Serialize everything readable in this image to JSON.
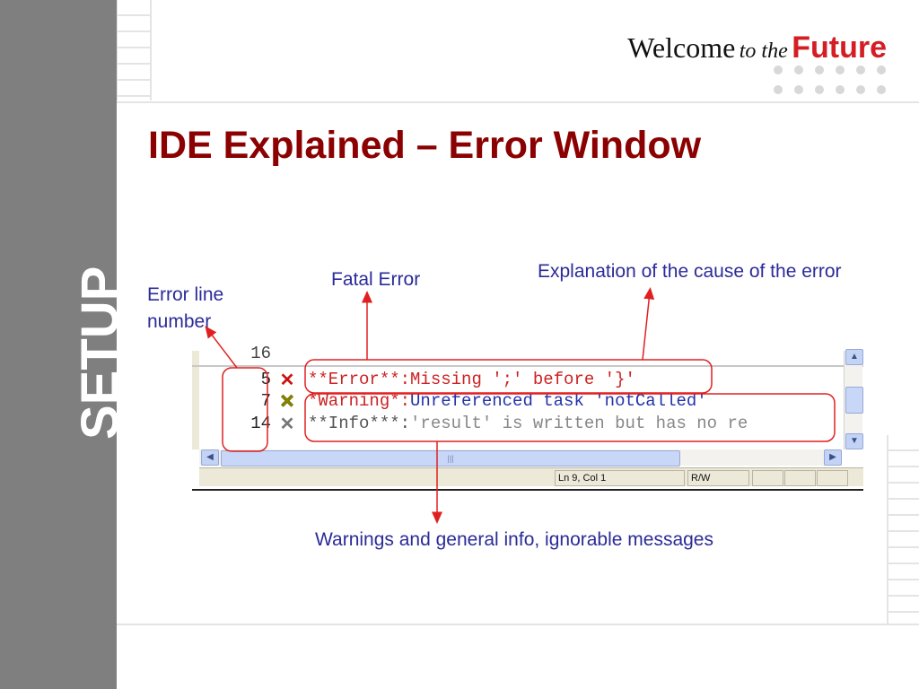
{
  "sidebar": {
    "label": "SETUP"
  },
  "logo": {
    "welcome": "Welcome",
    "to_the": "to the",
    "future": "Future"
  },
  "slide": {
    "title": "IDE Explained – Error Window"
  },
  "annotations": {
    "error_line_number": "Error line number",
    "fatal_error": "Fatal Error",
    "explanation": "Explanation of the cause of the error",
    "warnings": "Warnings and general info, ignorable messages"
  },
  "ide": {
    "partial_line_number": "16",
    "rows": [
      {
        "line": "5",
        "icon": "error-x-icon",
        "prefix": "**Error**:",
        "message": "Missing ';' before '}'",
        "color": "#cc2222"
      },
      {
        "line": "7",
        "icon": "warning-x-icon",
        "prefix": "*Warning*:",
        "message": "Unreferenced task 'notCalled'",
        "color": "#cc2222"
      },
      {
        "line": "14",
        "icon": "info-x-icon",
        "prefix": "**Info***:",
        "message": "'result' is written but has no re",
        "color": "#555555"
      }
    ],
    "status": {
      "position": "Ln 9, Col 1",
      "mode": "R/W"
    }
  },
  "colors": {
    "title": "#8b0000",
    "annotation_text": "#2b2b99",
    "marker": "#e02020",
    "logo_red": "#d41e25"
  }
}
